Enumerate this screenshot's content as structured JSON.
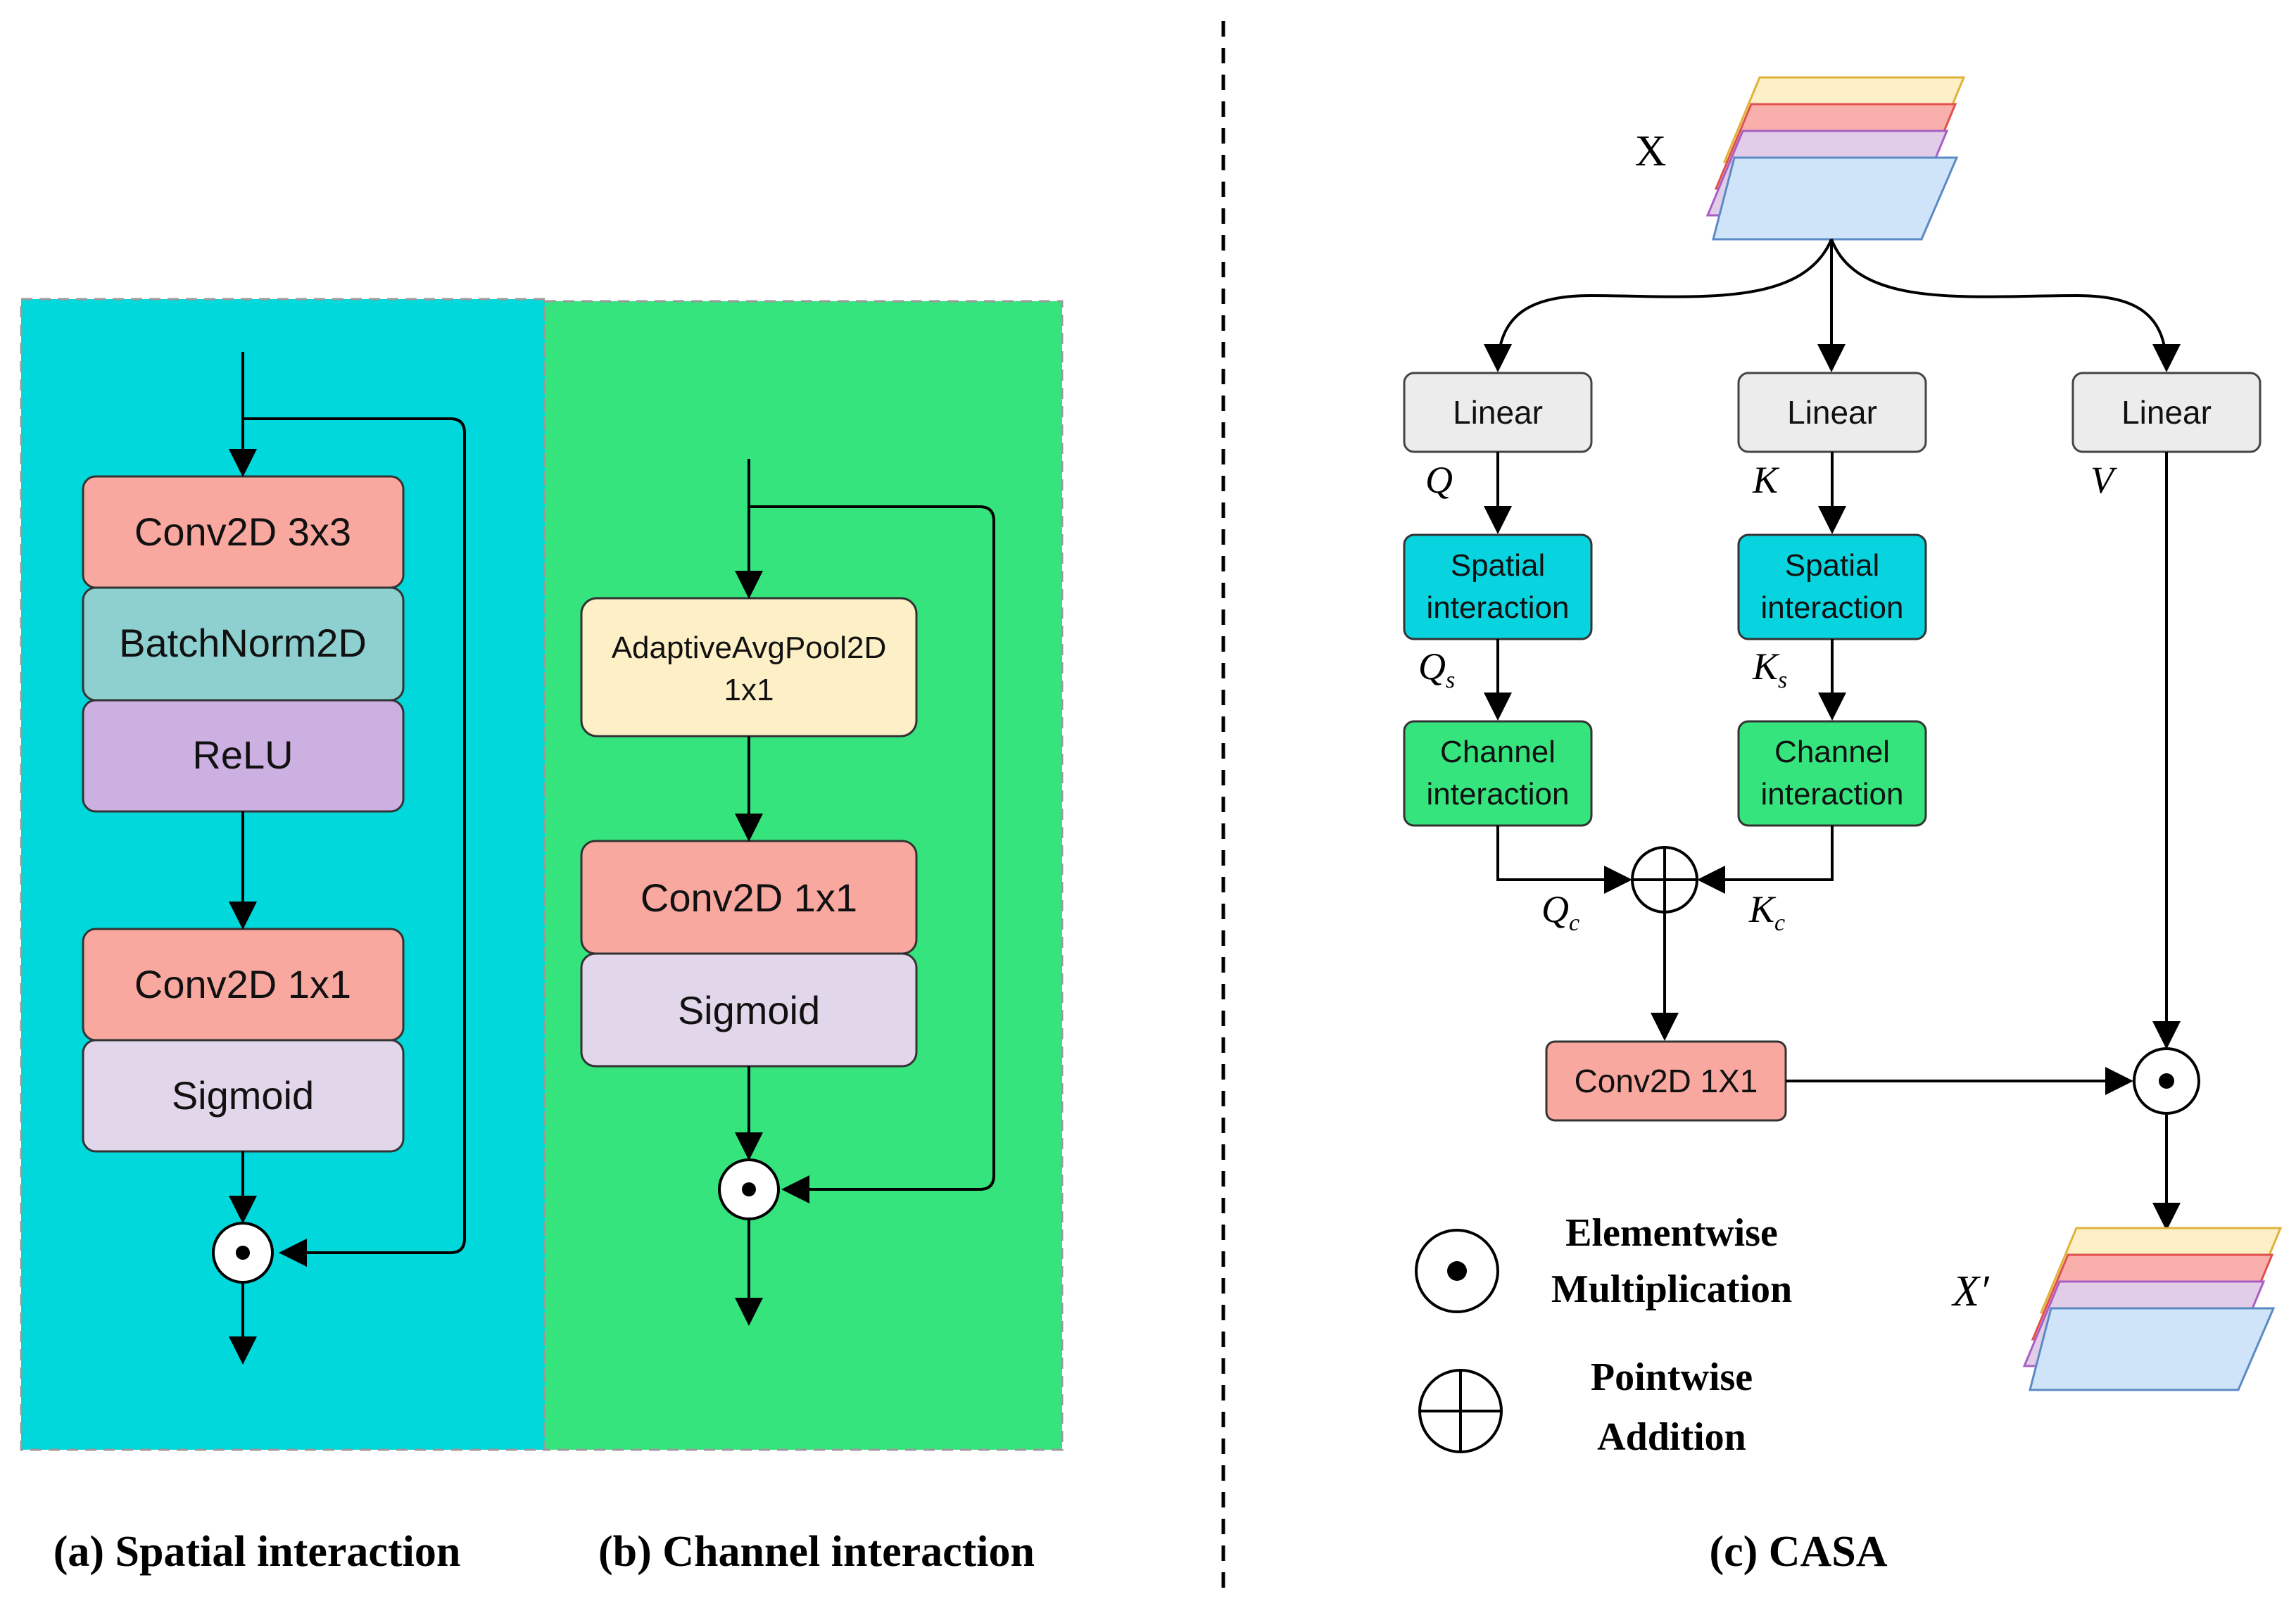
{
  "panel_a": {
    "blocks": [
      "Conv2D 3x3",
      "BatchNorm2D",
      "ReLU",
      "Conv2D 1x1",
      "Sigmoid"
    ],
    "caption": "(a) Spatial interaction"
  },
  "panel_b": {
    "blocks": [
      "AdaptiveAvgPool2D",
      "1x1",
      "Conv2D 1x1",
      "Sigmoid"
    ],
    "caption": "(b) Channel interaction"
  },
  "panel_c": {
    "input_label": "X",
    "output_label": "X′",
    "linear": [
      "Linear",
      "Linear",
      "Linear"
    ],
    "branch_labels": {
      "q": "Q",
      "k": "K",
      "v": "V",
      "qs_main": "Q",
      "qs_sub": "s",
      "ks_main": "K",
      "ks_sub": "s",
      "qc_main": "Q",
      "qc_sub": "c",
      "kc_main": "K",
      "kc_sub": "c"
    },
    "spatial": [
      "Spatial",
      "interaction"
    ],
    "channel": [
      "Channel",
      "interaction"
    ],
    "conv": "Conv2D 1X1",
    "legend": {
      "mult": [
        "Elementwise",
        "Multiplication"
      ],
      "add": [
        "Pointwise",
        "Addition"
      ]
    },
    "caption": "(c) CASA"
  },
  "colors": {
    "spatial_bg": "#00d8dc",
    "channel_bg": "#36e47e",
    "conv": "#f9a8a0",
    "batchnorm": "#8ecfcf",
    "relu": "#cdb0e2",
    "sigmoid": "#e2d6ea",
    "pool": "#fdefc6",
    "linear": "#ececec",
    "spatial_box": "#08d4e0",
    "channel_box": "#36e47e"
  }
}
